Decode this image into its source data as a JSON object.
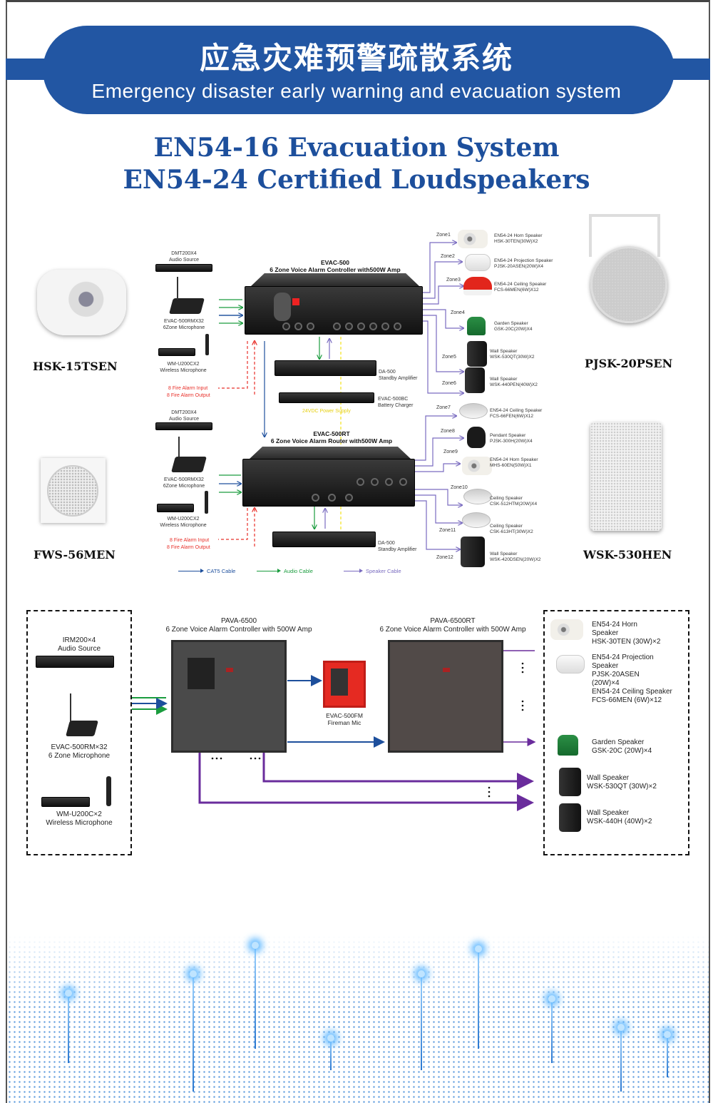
{
  "header": {
    "title_cn": "应急灾难预警疏散系统",
    "title_en": "Emergency disaster early warning and evacuation system",
    "color": "#2256a3"
  },
  "titles": {
    "line1": "EN54-16 Evacuation System",
    "line2": "EN54-24 Certified Loudspeakers",
    "color": "#1d4f9c"
  },
  "products": [
    "HSK-15TSEN",
    "PJSK-20PSEN",
    "FWS-56MEN",
    "WSK-530HEN"
  ],
  "diagram1": {
    "controller": {
      "model": "EVAC-500",
      "desc": "6 Zone Voice Alarm Controller with500W Amp"
    },
    "router": {
      "model": "EVAC-500RT",
      "desc": "6 Zone Voice Alarm Router with500W Amp"
    },
    "sources_top": [
      {
        "model": "DMT200X4",
        "desc": "Audio Source"
      },
      {
        "model": "EVAC-500RMX32",
        "desc": "6Zone Microphone"
      },
      {
        "model": "WM-U200CX2",
        "desc": "Wireless Microphone"
      }
    ],
    "sources_bottom": [
      {
        "model": "DMT200X4",
        "desc": "Audio Source"
      },
      {
        "model": "EVAC-500RMX32",
        "desc": "6Zone Microphone"
      },
      {
        "model": "WM-U200CX2",
        "desc": "Wireless Microphone"
      }
    ],
    "fire_top": {
      "input": "8 Fire Alarm Input",
      "output": "8 Fire Alarm Output"
    },
    "fire_bottom": {
      "input": "8 Fire Alarm Input",
      "output": "8 Fire Alarm Output"
    },
    "standby1": {
      "model": "DA-500",
      "desc": "Standby Amplifier"
    },
    "charger": {
      "model": "EVAC-500BC",
      "desc": "Battery Charger"
    },
    "power": "24VDC Power Supply",
    "standby2": {
      "model": "DA-500",
      "desc": "Standby Amplifier"
    },
    "zones": [
      {
        "zone": "Zone1",
        "name": "EN54-24 Horn Speaker",
        "model": "HSK-30TEN(30W)X2",
        "icon": "horn-speaker"
      },
      {
        "zone": "Zone2",
        "name": "EN54-24 Projection Speaker",
        "model": "PJSK-20ASEN(20W)X4",
        "icon": "projection-speaker"
      },
      {
        "zone": "Zone3",
        "name": "EN54-24 Ceiling Speaker",
        "model": "FCS-66MEN(6W)X12",
        "icon": "ceiling-speaker-red"
      },
      {
        "zone": "Zone4",
        "name": "Garden Speaker",
        "model": "GSK-20C(20W)X4",
        "icon": "garden-speaker"
      },
      {
        "zone": "Zone5",
        "name": "Wall Speaker",
        "model": "WSK-530QT(30W)X2",
        "icon": "wall-speaker"
      },
      {
        "zone": "Zone6",
        "name": "Wall Speaker",
        "model": "WSK-440PEN(40W)X2",
        "icon": "wall-speaker"
      },
      {
        "zone": "Zone7",
        "name": "EN54-24 Ceiling Speaker",
        "model": "FCS-66FEN(6W)X12",
        "icon": "ceiling-speaker"
      },
      {
        "zone": "Zone8",
        "name": "Pendant Speaker",
        "model": "PJSK-300H(20W)X4",
        "icon": "pendant-speaker"
      },
      {
        "zone": "Zone9",
        "name": "EN54-24 Horn Speaker",
        "model": "MHS-60EN(50W)X1",
        "icon": "horn-speaker"
      },
      {
        "zone": "Zone10",
        "name": "Ceiling Speaker",
        "model": "CSK-512HTM(20W)X4",
        "icon": "ceiling-speaker"
      },
      {
        "zone": "Zone11",
        "name": "Ceiling Speaker",
        "model": "CSK-613HT(30W)X2",
        "icon": "ceiling-speaker"
      },
      {
        "zone": "Zone12",
        "name": "Wall Speaker",
        "model": "WSK-420DSEN(20W)X2",
        "icon": "wall-speaker"
      }
    ],
    "legend": [
      {
        "label": "CAT5 Cable",
        "color": "#1d4f9c"
      },
      {
        "label": "Audio Cable",
        "color": "#1a9c3e"
      },
      {
        "label": "Speaker Cable",
        "color": "#7a6cc0"
      }
    ],
    "colors": {
      "cat5": "#1d4f9c",
      "audio": "#1a9c3e",
      "speaker": "#7a6cc0",
      "fire": "#e8302a",
      "power": "#f2e21a"
    }
  },
  "diagram2": {
    "sources": [
      {
        "model": "IRM200×4",
        "desc": "Audio Source"
      },
      {
        "model": "EVAC-500RM×32",
        "desc": "6 Zone Microphone"
      },
      {
        "model": "WM-U200C×2",
        "desc": "Wireless  Microphone"
      }
    ],
    "controller": {
      "model": "PAVA-6500",
      "desc": "6 Zone Voice Alarm Controller with 500W Amp"
    },
    "router": {
      "model": "PAVA-6500RT",
      "desc": "6 Zone Voice Alarm Controller with 500W Amp"
    },
    "fireman": {
      "model": "EVAC-500FM",
      "desc": "Fireman Mic"
    },
    "speakers": [
      {
        "name": "EN54-24 Horn Speaker",
        "model": "HSK-30TEN (30W)×2",
        "icon": "horn-speaker"
      },
      {
        "name": "EN54-24 Projection Speaker",
        "model": "PJSK-20ASEN (20W)×4",
        "icon": "projection-speaker"
      },
      {
        "name": "EN54-24 Ceiling Speaker",
        "model": "FCS-66MEN (6W)×12",
        "icon": "none"
      },
      {
        "name": "Garden Speaker",
        "model": "GSK-20C (20W)×4",
        "icon": "garden-speaker"
      },
      {
        "name": "Wall Speaker",
        "model": "WSK-530QT (30W)×2",
        "icon": "wall-speaker"
      },
      {
        "name": "Wall Speaker",
        "model": "WSK-440H (40W)×2",
        "icon": "wall-speaker"
      }
    ],
    "colors": {
      "cat5": "#1d4f9c",
      "audio": "#1a9c3e",
      "speaker": "#6a2c9c"
    }
  }
}
